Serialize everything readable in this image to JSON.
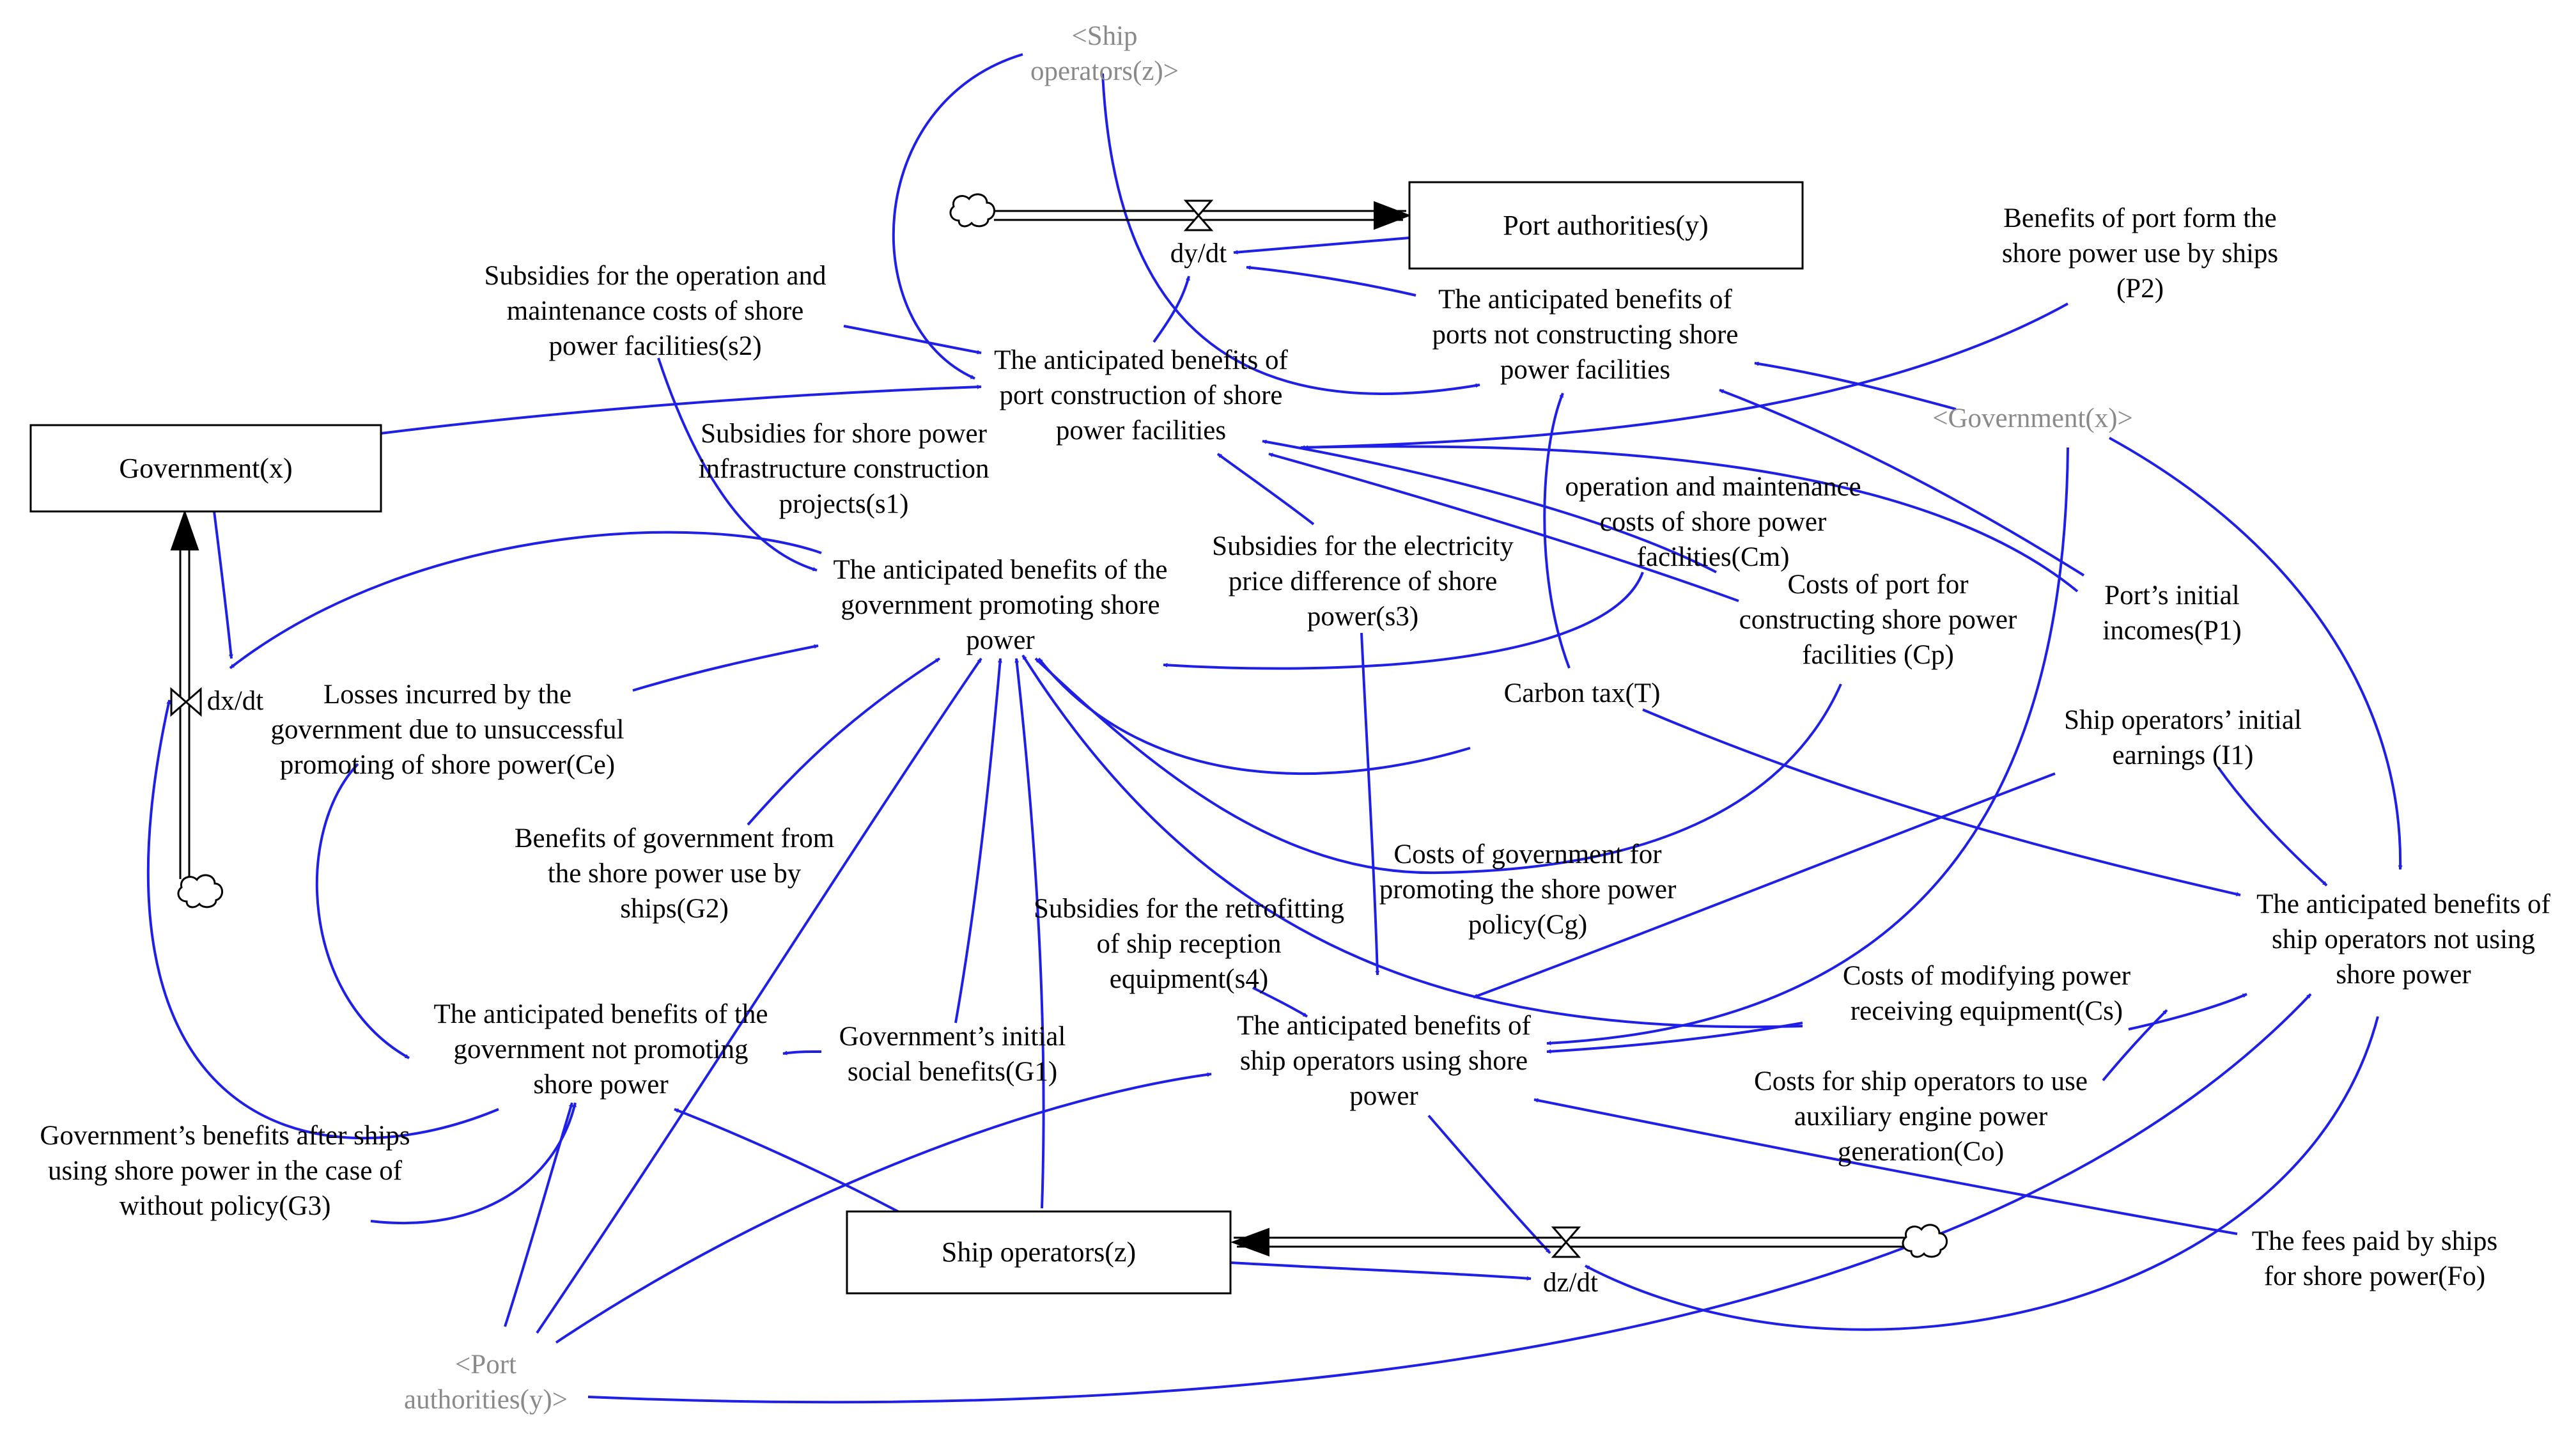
{
  "colors": {
    "link": "#1f1fe6",
    "shadow_text": "#8a8a8a",
    "stock_border": "#000000"
  },
  "stocks": {
    "government": "Government(x)",
    "port": "Port authorities(y)",
    "ship": "Ship operators(z)"
  },
  "flows": {
    "dx": "dx/dt",
    "dy": "dy/dt",
    "dz": "dz/dt"
  },
  "shadows": {
    "ship_operators": [
      "<Ship",
      "operators(z)>"
    ],
    "government": [
      "<Government(x)>"
    ],
    "port_authorities": [
      "<Port",
      "authorities(y)>"
    ]
  },
  "variables": {
    "s2": [
      "Subsidies for the operation and",
      "maintenance costs of shore",
      "power facilities(s2)"
    ],
    "port_build": [
      "The anticipated benefits of",
      "port construction of shore",
      "power facilities"
    ],
    "port_not": [
      "The anticipated benefits of",
      "ports not constructing shore",
      "power facilities"
    ],
    "p2": [
      "Benefits of port form the",
      "shore power use by ships",
      "(P2)"
    ],
    "s1": [
      "Subsidies for shore power",
      "infrastructure construction",
      "projects(s1)"
    ],
    "cm": [
      "operation and maintenance",
      "costs of shore power",
      "facilities(Cm)"
    ],
    "gov_promote": [
      "The anticipated benefits of the",
      "government promoting shore",
      "power"
    ],
    "s3": [
      "Subsidies for the electricity",
      "price difference of shore",
      "power(s3)"
    ],
    "cp": [
      "Costs of port for",
      "constructing shore power",
      "facilities (Cp)"
    ],
    "p1": [
      "Port’s initial",
      "incomes(P1)"
    ],
    "ce": [
      "Losses incurred by the",
      "government due to unsuccessful",
      "promoting of shore power(Ce)"
    ],
    "tax": [
      "Carbon tax(T)"
    ],
    "i1": [
      "Ship operators’ initial",
      "earnings (I1)"
    ],
    "g2": [
      "Benefits of government from",
      "the shore power use by",
      "ships(G2)"
    ],
    "cg": [
      "Costs of government for",
      "promoting the shore power",
      "policy(Cg)"
    ],
    "ship_not": [
      "The anticipated benefits of",
      "ship operators not using",
      "shore power"
    ],
    "s4": [
      "Subsidies for the retrofitting",
      "of ship reception",
      "equipment(s4)"
    ],
    "cs": [
      "Costs of modifying power",
      "receiving equipment(Cs)"
    ],
    "gov_not": [
      "The anticipated benefits of the",
      "government not promoting",
      "shore power"
    ],
    "g1": [
      "Government’s initial",
      "social benefits(G1)"
    ],
    "ship_use": [
      "The anticipated benefits of",
      "ship operators using shore",
      "power"
    ],
    "co": [
      "Costs for ship operators to use",
      "auxiliary engine power",
      "generation(Co)"
    ],
    "g3": [
      "Government’s benefits after ships",
      "using shore power in the case of",
      "without policy(G3)"
    ],
    "fo": [
      "The fees paid by ships",
      "for shore power(Fo)"
    ]
  }
}
